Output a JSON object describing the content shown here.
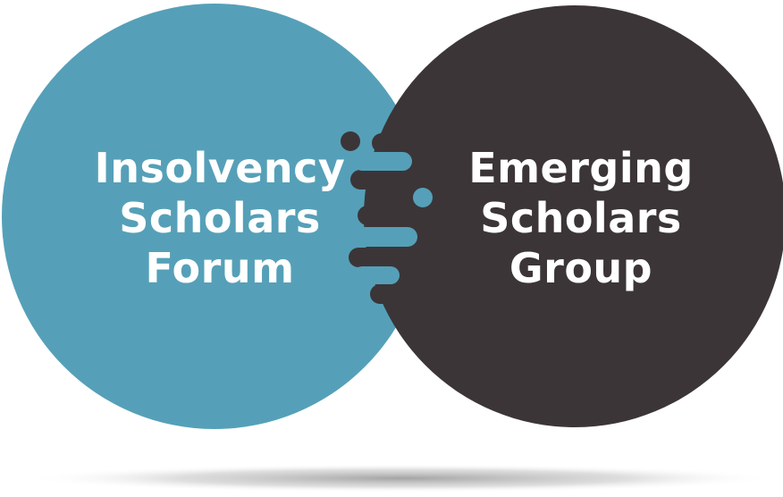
{
  "circles": {
    "left": {
      "lines": [
        "Insolvency",
        "Scholars",
        "Forum"
      ],
      "color": "#55a0b8"
    },
    "right": {
      "lines": [
        "Emerging",
        "Scholars",
        "Group"
      ],
      "color": "#3b3538"
    }
  },
  "shadow_color": "#bdbdbd"
}
